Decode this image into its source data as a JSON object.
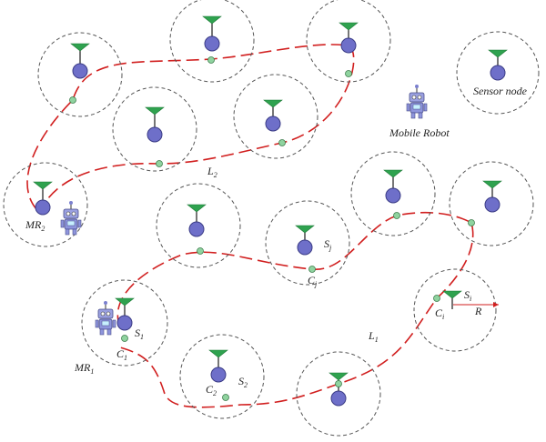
{
  "labels": {
    "sensor_node": "Sensor node",
    "mobile_robot": "Mobile Robot",
    "l2": "L",
    "l2_sub": "2",
    "l1": "L",
    "l1_sub": "1",
    "mr2": "MR",
    "mr2_sub": "2",
    "mr1": "MR",
    "mr1_sub": "1",
    "s1": "S",
    "s1_sub": "1",
    "c1": "C",
    "c1_sub": "1",
    "s2": "S",
    "s2_sub": "2",
    "c2": "C",
    "c2_sub": "2",
    "sj": "S",
    "sj_sub": "j",
    "cj": "C",
    "cj_sub": "j",
    "si": "S",
    "si_sub": "i",
    "ci": "C",
    "ci_sub": "i",
    "radius": "R"
  },
  "colors": {
    "path": "#d11f1f",
    "node": "#6e6fc9",
    "antenna": "#2fa24f",
    "collection_point": "#8fd39f"
  },
  "icons": [
    "sensor-node-icon",
    "robot-icon"
  ]
}
